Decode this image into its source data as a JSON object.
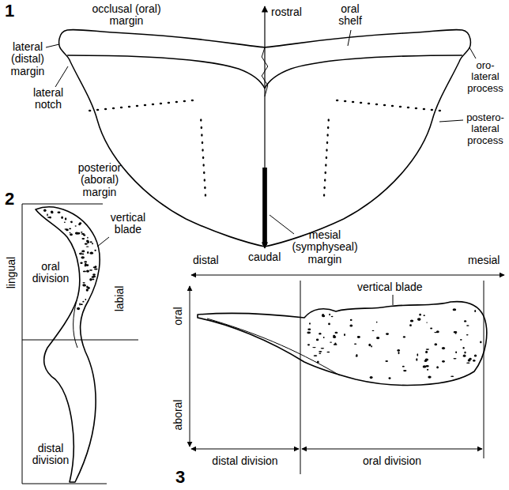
{
  "diagram": {
    "labels": [
      "1",
      "occlusal (oral) margin",
      "rostral",
      "oral shelf",
      "lateral (distal) margin",
      "lateral notch",
      "oro-lateral process",
      "postero-lateral process",
      "posterior (aboral) margin",
      "mesial (symphyseal) margin",
      "caudal",
      "2",
      "oral division",
      "vertical blade",
      "lingual",
      "labial",
      "distal division",
      "distal",
      "mesial",
      "vertical blade",
      "oral",
      "aboral",
      "distal division",
      "oral division",
      "3"
    ]
  }
}
